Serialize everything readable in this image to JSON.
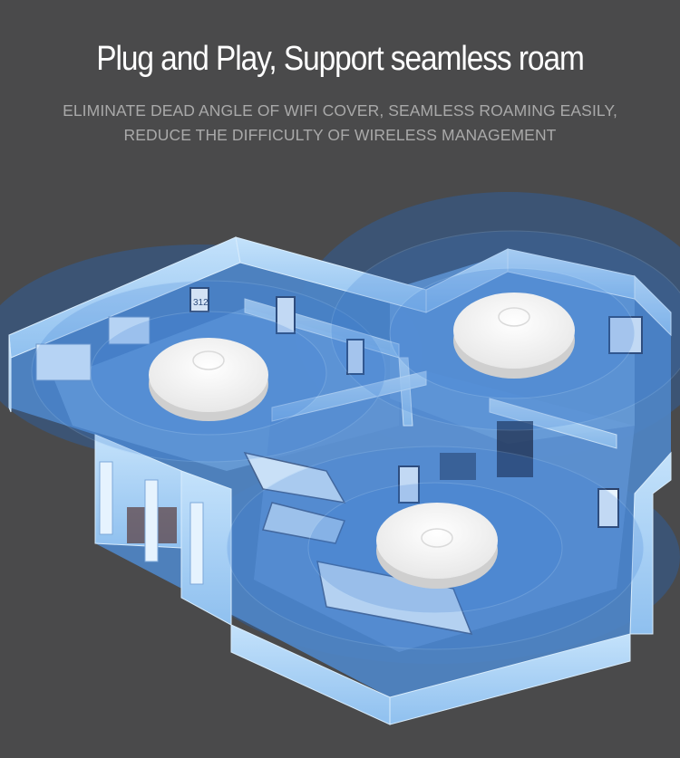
{
  "headline": "Plug and Play, Support seamless roam",
  "subtitle_line1": "ELIMINATE DEAD ANGLE OF WIFI COVER, SEAMLESS ROAMING EASILY,",
  "subtitle_line2": "REDUCE THE DIFFICULTY OF WIRELESS MANAGEMENT",
  "wall_art_label": "312",
  "access_points_count": 3,
  "colors": {
    "background": "#4a4a4b",
    "coverage_blue": "#3d7fd6",
    "wall_blue": "#a9d2f7",
    "floor_blue": "#5f95d4",
    "device_white": "#f4f4f4"
  }
}
